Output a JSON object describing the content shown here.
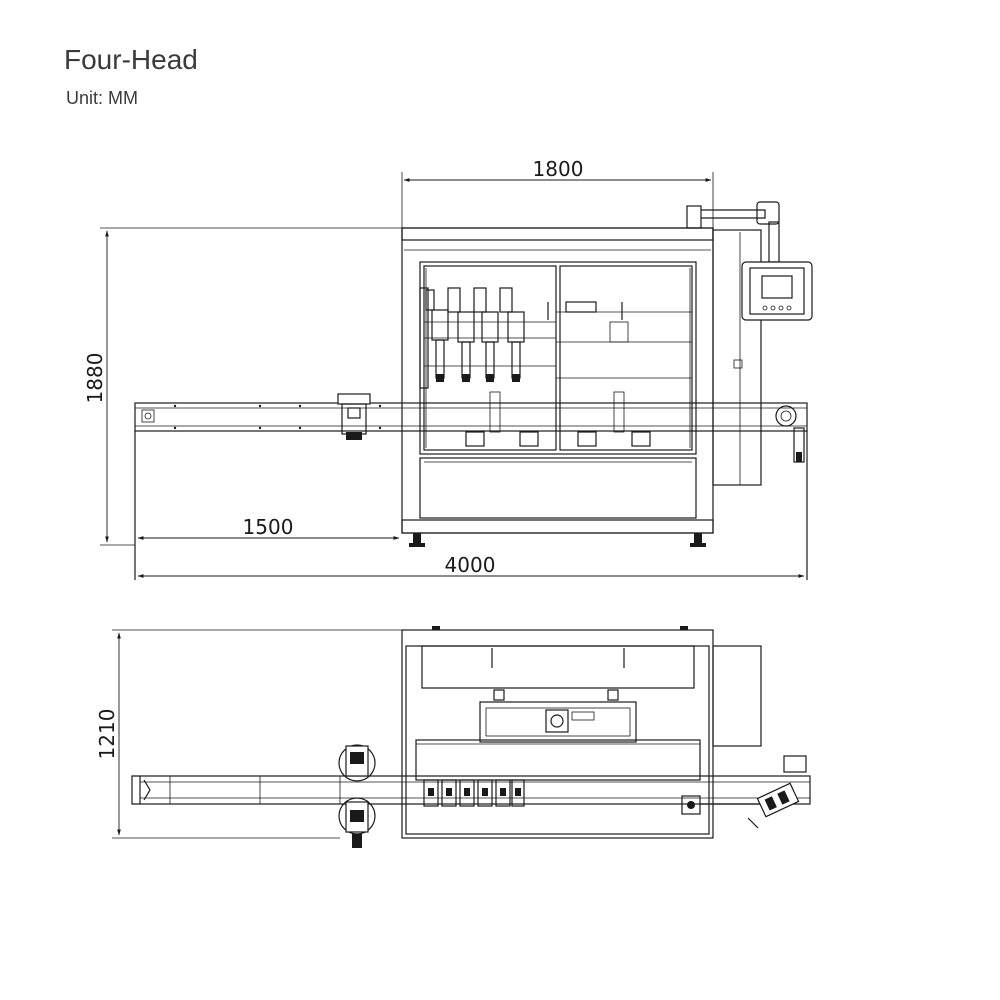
{
  "header": {
    "title": "Four-Head",
    "unit": "Unit: MM"
  },
  "dimensions": {
    "front_width": "1800",
    "front_height": "1880",
    "conveyor_length": "1500",
    "overall_length": "4000",
    "top_depth": "1210"
  },
  "colors": {
    "line": "#1a1a1a",
    "text": "#3a3a3a",
    "background": "#ffffff"
  }
}
